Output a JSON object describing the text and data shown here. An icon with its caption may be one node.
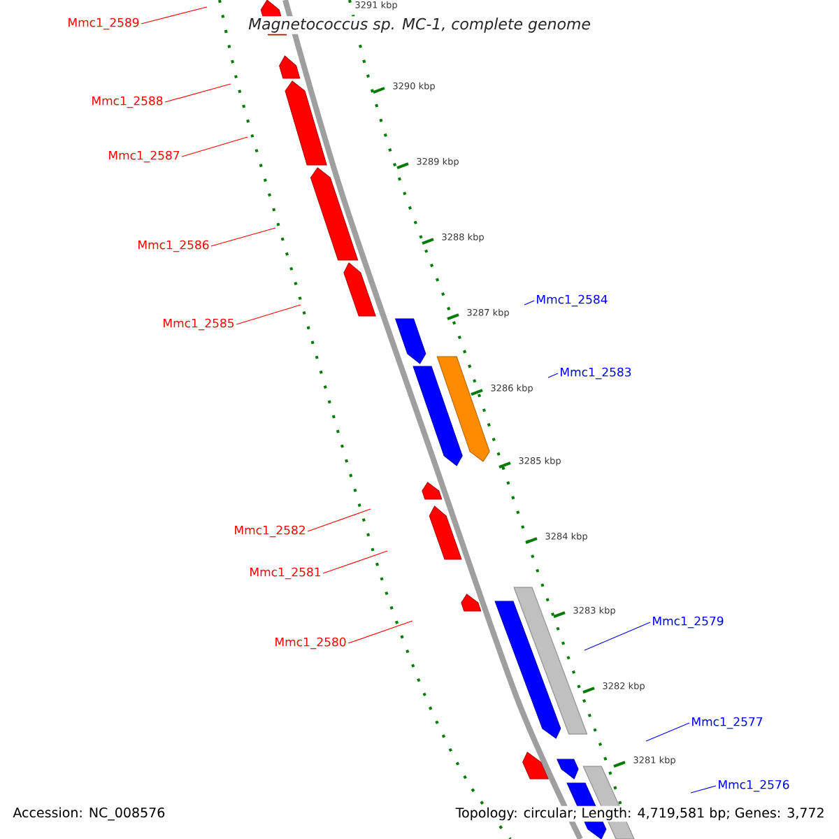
{
  "diagram": {
    "title": "Magnetococcus sp. MC-1, complete genome",
    "nodes": [
      {
        "text": [
          "Mmc1_2589"
        ]
      },
      {
        "text": [
          "Mmc1_2588"
        ]
      },
      {
        "text": [
          "Mmc1_2587"
        ]
      },
      {
        "text": [
          "Mmc1_2586"
        ]
      },
      {
        "text": [
          "Mmc1_2585"
        ]
      },
      {
        "text": [
          "Mmc1_2584"
        ]
      },
      {
        "text": [
          "Mmc1_2583"
        ]
      },
      {
        "text": [
          "Mmc1_2582"
        ]
      },
      {
        "text": [
          "Mmc1_2581"
        ]
      },
      {
        "text": [
          "Mmc1_2580"
        ]
      },
      {
        "text": [
          "Mmc1_2579"
        ]
      },
      {
        "text": [
          "Mmc1_2577"
        ]
      },
      {
        "text": [
          "Mmc1_2576"
        ]
      }
    ],
    "edges": [
      {
        "from": 0,
        "to": null,
        "arrow": "none"
      },
      {
        "from": 1,
        "to": null,
        "arrow": "none"
      },
      {
        "from": 2,
        "to": null,
        "arrow": "none"
      },
      {
        "from": 3,
        "to": null,
        "arrow": "none"
      },
      {
        "from": 4,
        "to": null,
        "arrow": "none"
      },
      {
        "from": 5,
        "to": null,
        "arrow": "none",
        "color": "#0000ff"
      },
      {
        "from": 6,
        "to": null,
        "arrow": "none",
        "color": "#0000ff"
      },
      {
        "from": 7,
        "to": null,
        "arrow": "none"
      },
      {
        "from": 8,
        "to": null,
        "arrow": "none"
      },
      {
        "from": 9,
        "to": null,
        "arrow": "none"
      },
      {
        "from": 10,
        "to": null,
        "arrow": "none",
        "color": "#0000ff"
      },
      {
        "from": 11,
        "to": null,
        "arrow": "none",
        "color": "#0000ff"
      },
      {
        "from": 12,
        "to": null,
        "arrow": "none",
        "color": "#0000ff"
      }
    ],
    "labels": [
      "3291 kbp",
      "3290 kbp",
      "3289 kbp",
      "3288 kbp",
      "3287 kbp",
      "3286 kbp",
      "3285 kbp",
      "3284 kbp",
      "3283 kbp",
      "3282 kbp",
      "3281 kbp",
      "Accession: NC_008576",
      "Topology: circular; Length: 4,719,581 bp; Genes: 3,772"
    ]
  }
}
